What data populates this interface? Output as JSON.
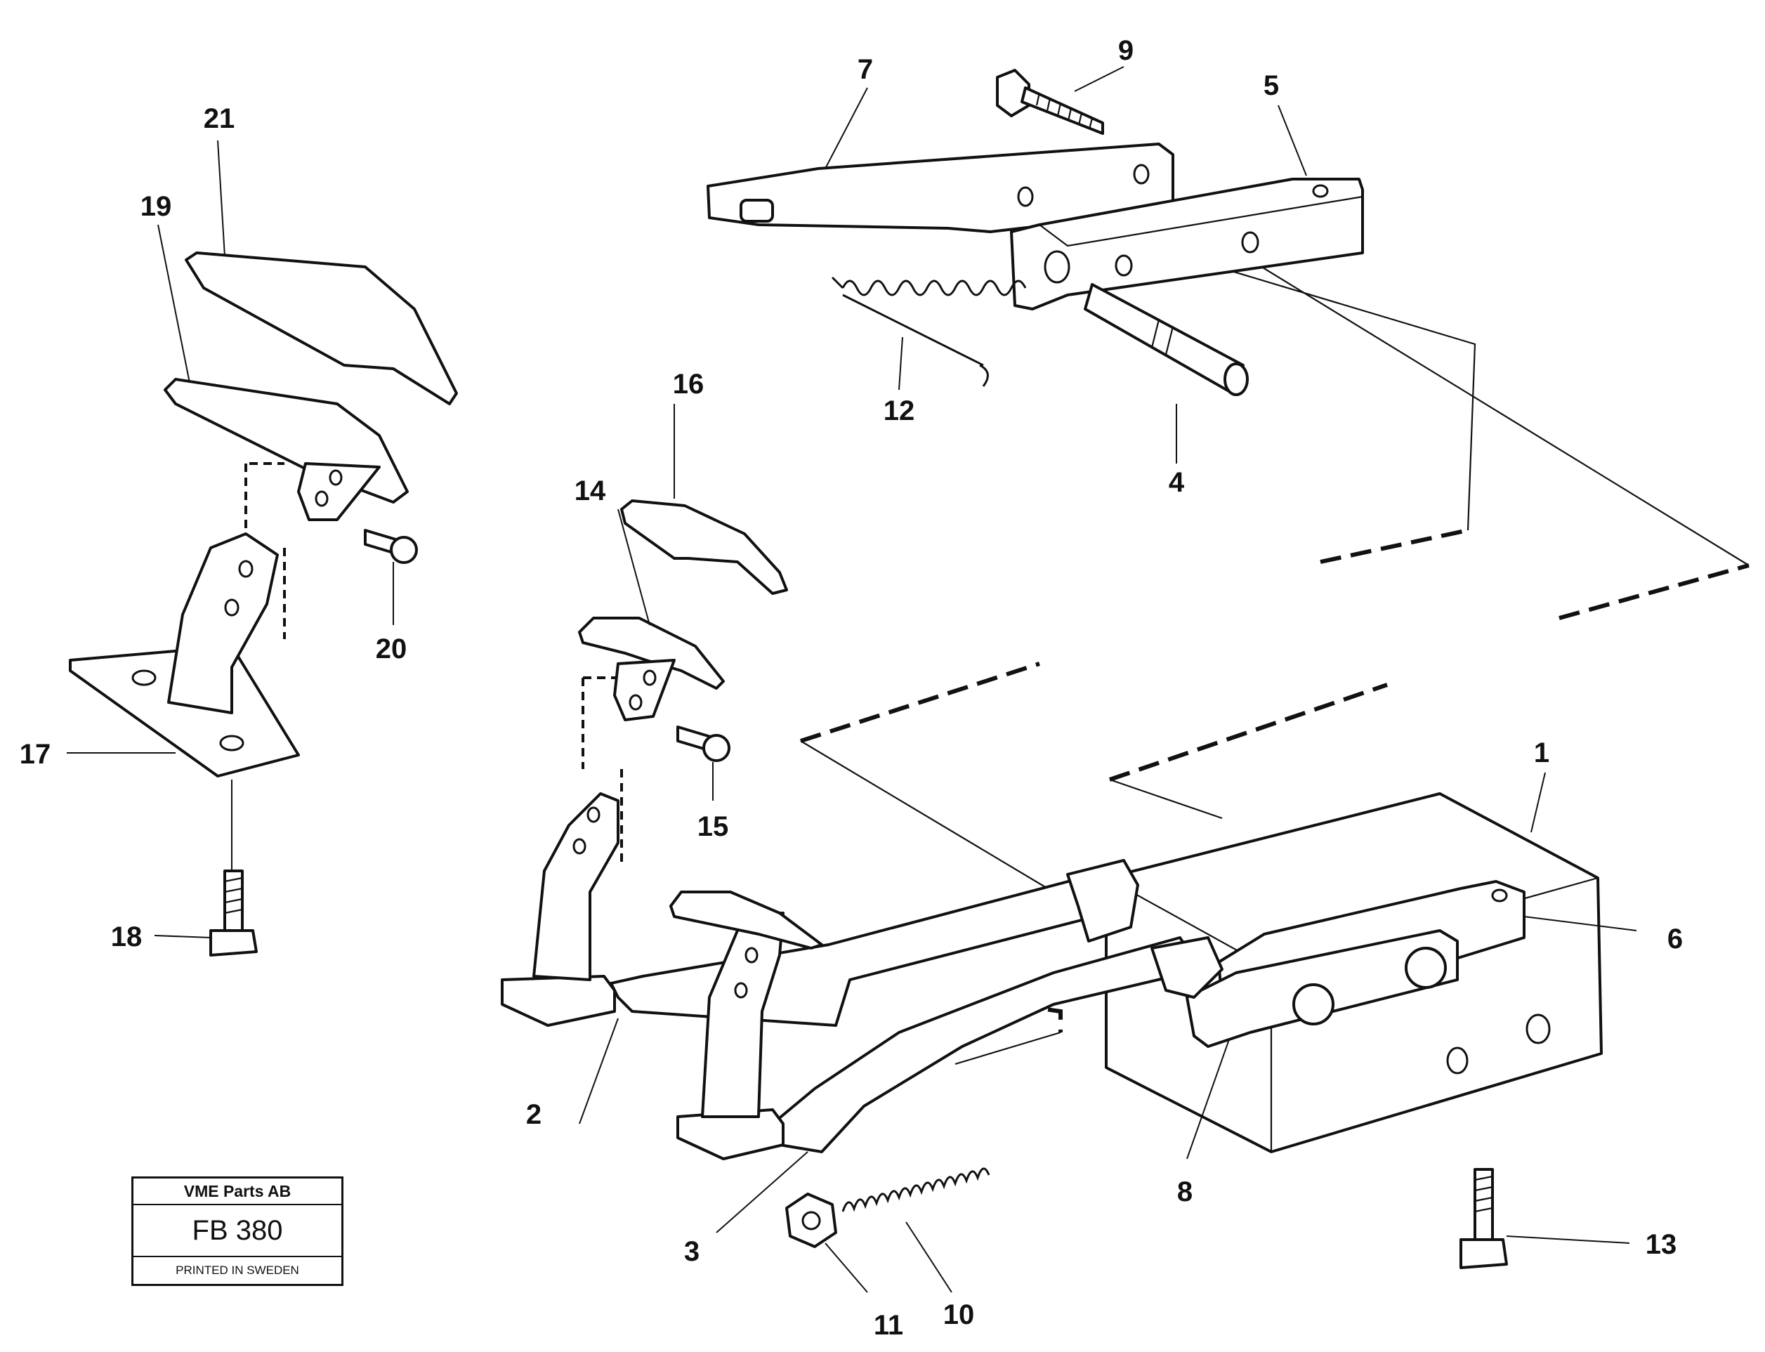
{
  "callouts": {
    "c1": "1",
    "c2": "2",
    "c3": "3",
    "c4": "4",
    "c5": "5",
    "c6": "6",
    "c7": "7",
    "c8": "8",
    "c9": "9",
    "c10": "10",
    "c11": "11",
    "c12": "12",
    "c13": "13",
    "c14": "14",
    "c15": "15",
    "c16": "16",
    "c17": "17",
    "c18": "18",
    "c19": "19",
    "c20": "20",
    "c21": "21"
  },
  "stamp": {
    "company": "VME Parts AB",
    "code": "FB 380",
    "note": "PRINTED IN SWEDEN"
  }
}
